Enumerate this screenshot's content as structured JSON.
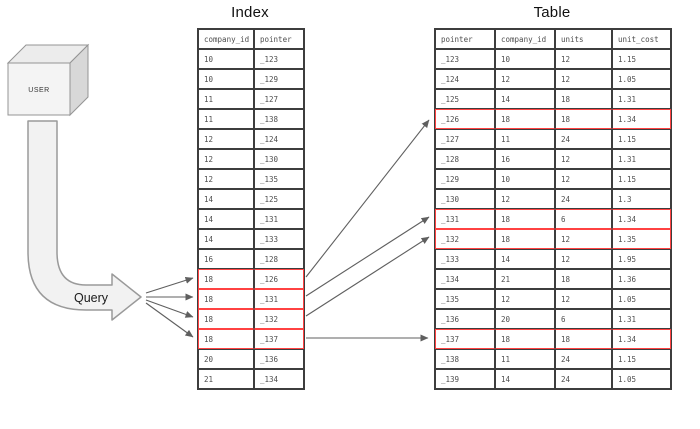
{
  "titles": {
    "index": "Index",
    "table": "Table"
  },
  "user_label": "USER",
  "query_label": "Query",
  "colors": {
    "highlight_red": "#ff4242",
    "table_border": "#3e3e3e",
    "arrow_gray": "#5f5f5f",
    "shape_fill": "#f2f2f2",
    "shape_stroke": "#949494"
  },
  "index_table": {
    "headers": [
      "company_id",
      "pointer"
    ],
    "rows": [
      {
        "company_id": "10",
        "pointer": "_123"
      },
      {
        "company_id": "10",
        "pointer": "_129"
      },
      {
        "company_id": "11",
        "pointer": "_127"
      },
      {
        "company_id": "11",
        "pointer": "_138"
      },
      {
        "company_id": "12",
        "pointer": "_124"
      },
      {
        "company_id": "12",
        "pointer": "_130"
      },
      {
        "company_id": "12",
        "pointer": "_135"
      },
      {
        "company_id": "14",
        "pointer": "_125"
      },
      {
        "company_id": "14",
        "pointer": "_131"
      },
      {
        "company_id": "14",
        "pointer": "_133"
      },
      {
        "company_id": "16",
        "pointer": "_128"
      },
      {
        "company_id": "18",
        "pointer": "_126",
        "hl": true
      },
      {
        "company_id": "18",
        "pointer": "_131",
        "hl": true
      },
      {
        "company_id": "18",
        "pointer": "_132",
        "hl": true
      },
      {
        "company_id": "18",
        "pointer": "_137",
        "hl": true
      },
      {
        "company_id": "20",
        "pointer": "_136"
      },
      {
        "company_id": "21",
        "pointer": "_134"
      }
    ]
  },
  "data_table": {
    "headers": [
      "pointer",
      "company_id",
      "units",
      "unit_cost"
    ],
    "rows": [
      {
        "pointer": "_123",
        "company_id": "10",
        "units": "12",
        "unit_cost": "1.15"
      },
      {
        "pointer": "_124",
        "company_id": "12",
        "units": "12",
        "unit_cost": "1.05"
      },
      {
        "pointer": "_125",
        "company_id": "14",
        "units": "18",
        "unit_cost": "1.31"
      },
      {
        "pointer": "_126",
        "company_id": "18",
        "units": "18",
        "unit_cost": "1.34",
        "hl": true
      },
      {
        "pointer": "_127",
        "company_id": "11",
        "units": "24",
        "unit_cost": "1.15"
      },
      {
        "pointer": "_128",
        "company_id": "16",
        "units": "12",
        "unit_cost": "1.31"
      },
      {
        "pointer": "_129",
        "company_id": "10",
        "units": "12",
        "unit_cost": "1.15"
      },
      {
        "pointer": "_130",
        "company_id": "12",
        "units": "24",
        "unit_cost": "1.3"
      },
      {
        "pointer": "_131",
        "company_id": "18",
        "units": "6",
        "unit_cost": "1.34",
        "hl": true
      },
      {
        "pointer": "_132",
        "company_id": "18",
        "units": "12",
        "unit_cost": "1.35",
        "hl": true
      },
      {
        "pointer": "_133",
        "company_id": "14",
        "units": "12",
        "unit_cost": "1.95"
      },
      {
        "pointer": "_134",
        "company_id": "21",
        "units": "18",
        "unit_cost": "1.36"
      },
      {
        "pointer": "_135",
        "company_id": "12",
        "units": "12",
        "unit_cost": "1.05"
      },
      {
        "pointer": "_136",
        "company_id": "20",
        "units": "6",
        "unit_cost": "1.31"
      },
      {
        "pointer": "_137",
        "company_id": "18",
        "units": "18",
        "unit_cost": "1.34",
        "hl": true
      },
      {
        "pointer": "_138",
        "company_id": "11",
        "units": "24",
        "unit_cost": "1.15"
      },
      {
        "pointer": "_139",
        "company_id": "14",
        "units": "24",
        "unit_cost": "1.05"
      }
    ]
  }
}
